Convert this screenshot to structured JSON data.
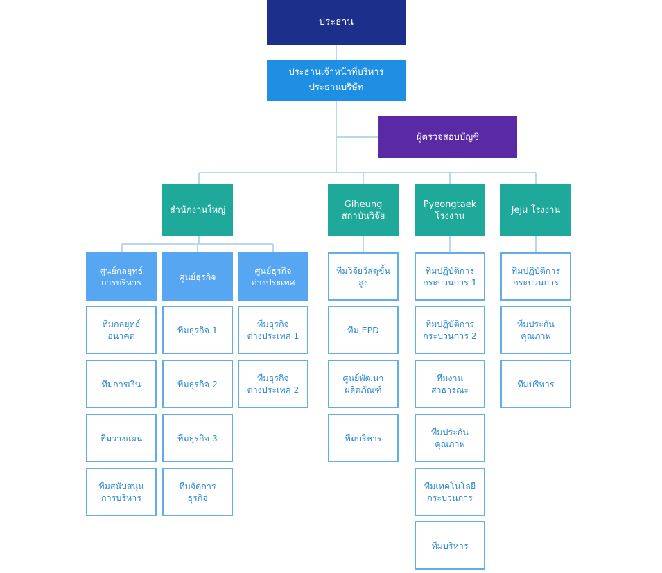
{
  "top": {
    "chairman": "ประธาน",
    "ceo": "ประธานเจ้าหน้าที่บริหาร\nประธานบริษัท",
    "auditor": "ผู้ตรวจสอบบัญชี"
  },
  "divisions": {
    "hq": {
      "label": "สำนักงานใหญ่",
      "centers": {
        "strategy": {
          "label": "ศูนย์กลยุทธ์\nการบริหาร",
          "teams": [
            "ทีมกลยุทธ์\nอนาคต",
            "ทีมการเงิน",
            "ทีมวางแผน",
            "ทีมสนับสนุน\nการบริหาร"
          ]
        },
        "business": {
          "label": "ศูนย์ธุรกิจ",
          "teams": [
            "ทีมธุรกิจ 1",
            "ทีมธุรกิจ 2",
            "ทีมธุรกิจ 3",
            "ทีมจัดการ\nธุรกิจ"
          ]
        },
        "overseas": {
          "label": "ศูนย์ธุรกิจ\nต่างประเทศ",
          "teams": [
            "ทีมธุรกิจ\nต่างประเทศ 1",
            "ทีมธุรกิจ\nต่างประเทศ 2"
          ]
        }
      }
    },
    "giheung": {
      "label": "Giheung\nสถาบันวิจัย",
      "teams": [
        "ทีมวิจัยวัสดุขั้นสูง",
        "ทีม EPD",
        "ศูนย์พัฒนา\nผลิตภัณฑ์",
        "ทีมบริหาร"
      ]
    },
    "pyeongtaek": {
      "label": "Pyeongtaek\nโรงงาน",
      "teams": [
        "ทีมปฏิบัติการ\nกระบวนการ 1",
        "ทีมปฏิบัติการ\nกระบวนการ 2",
        "ทีมงาน\nสาธารณะ",
        "ทีมประกัน\nคุณภาพ",
        "ทีมเทคโนโลยี\nกระบวนการ",
        "ทีมบริหาร"
      ]
    },
    "jeju": {
      "label": "Jeju โรงงาน",
      "teams": [
        "ทีมปฏิบัติการ\nกระบวนการ",
        "ทีมประกัน\nคุณภาพ",
        "ทีมบริหาร"
      ]
    }
  },
  "colors": {
    "chairman": "#1b2f8b",
    "ceo": "#1e8fe3",
    "auditor": "#5a2aa6",
    "division": "#1fa99a",
    "center": "#56a6f2",
    "team_border": "#62aee8",
    "team_text": "#2b88cf",
    "connector": "#b9d7ef"
  }
}
